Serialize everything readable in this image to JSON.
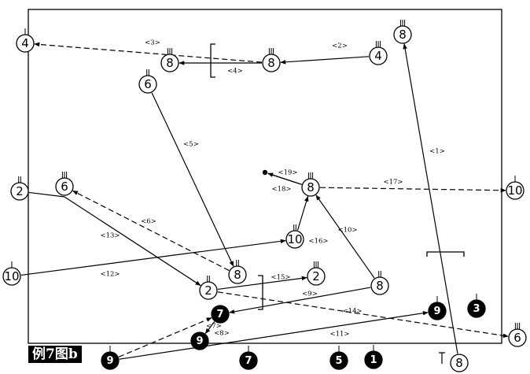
{
  "caption": "例7图b",
  "nodes": [
    {
      "id": "n1",
      "label": "8",
      "filled": false
    },
    {
      "id": "n2",
      "label": "4",
      "filled": false
    },
    {
      "id": "n3",
      "label": "8",
      "filled": false
    },
    {
      "id": "n4",
      "label": "4",
      "filled": false
    },
    {
      "id": "n5",
      "label": "8",
      "filled": false
    },
    {
      "id": "n6",
      "label": "6",
      "filled": false
    },
    {
      "id": "n7",
      "label": "2",
      "filled": false
    },
    {
      "id": "n8",
      "label": "6",
      "filled": false
    },
    {
      "id": "n9",
      "label": "8",
      "filled": false
    },
    {
      "id": "n10",
      "label": "10",
      "filled": false
    },
    {
      "id": "n11",
      "label": "10",
      "filled": false
    },
    {
      "id": "n12",
      "label": "10",
      "filled": false
    },
    {
      "id": "n13",
      "label": "8",
      "filled": false
    },
    {
      "id": "n14",
      "label": "2",
      "filled": false
    },
    {
      "id": "n15",
      "label": "8",
      "filled": false
    },
    {
      "id": "n16",
      "label": "2",
      "filled": false
    },
    {
      "id": "n17",
      "label": "6",
      "filled": false
    },
    {
      "id": "n18",
      "label": "8",
      "filled": false
    },
    {
      "id": "n19",
      "label": "7",
      "filled": true
    },
    {
      "id": "n20",
      "label": "9",
      "filled": true
    },
    {
      "id": "n21",
      "label": "9",
      "filled": true
    },
    {
      "id": "n22",
      "label": "9",
      "filled": true
    },
    {
      "id": "n23",
      "label": "7",
      "filled": true
    },
    {
      "id": "n24",
      "label": "5",
      "filled": true
    },
    {
      "id": "n25",
      "label": "1",
      "filled": true
    },
    {
      "id": "n26",
      "label": "3",
      "filled": true
    }
  ],
  "edges": [
    {
      "id": "e1",
      "label": "<1>",
      "dashed": false
    },
    {
      "id": "e2",
      "label": "<2>",
      "dashed": false
    },
    {
      "id": "e3",
      "label": "<3>",
      "dashed": true
    },
    {
      "id": "e4",
      "label": "<4>",
      "dashed": false
    },
    {
      "id": "e5",
      "label": "<5>",
      "dashed": false
    },
    {
      "id": "e6",
      "label": "<6>",
      "dashed": true
    },
    {
      "id": "e9",
      "label": "<9>",
      "dashed": false
    },
    {
      "id": "e10",
      "label": "<10>",
      "dashed": false
    },
    {
      "id": "e11",
      "label": "<11>",
      "dashed": false
    },
    {
      "id": "e12",
      "label": "<12>",
      "dashed": false
    },
    {
      "id": "e13",
      "label": "<13>",
      "dashed": false
    },
    {
      "id": "e14",
      "label": "<14>",
      "dashed": true
    },
    {
      "id": "e15",
      "label": "<15>",
      "dashed": false
    },
    {
      "id": "e16",
      "label": "<16>",
      "dashed": false
    },
    {
      "id": "e17",
      "label": "<17>",
      "dashed": true
    },
    {
      "id": "e18",
      "label": "<18>",
      "dashed": false
    },
    {
      "id": "e19",
      "label": "<19>",
      "dashed": false
    },
    {
      "id": "e7",
      "label": "<7>",
      "dashed": false
    },
    {
      "id": "e8",
      "label": "<8>",
      "dashed": true
    }
  ]
}
